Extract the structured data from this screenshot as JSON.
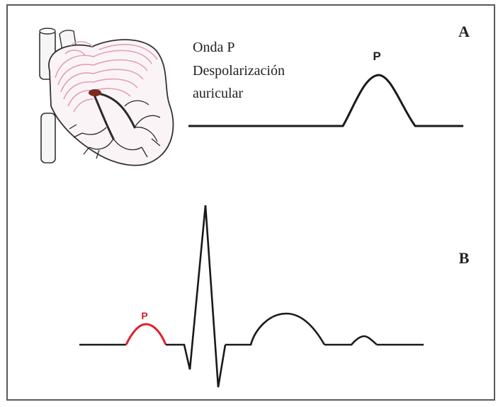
{
  "panel_a": {
    "letter": "A",
    "caption_line1": "Onda P",
    "caption_line2": "Despolarización",
    "caption_line3": "auricular",
    "wave_label": "P"
  },
  "panel_b": {
    "letter": "B",
    "wave_label": "P"
  },
  "colors": {
    "frame": "#5a5a5a",
    "trace": "#1a1a1a",
    "p_wave_highlight": "#e0202a",
    "heart_pink": "#e2a0b4",
    "heart_outline": "#333333"
  },
  "icons": {
    "heart": "heart-illustration"
  }
}
